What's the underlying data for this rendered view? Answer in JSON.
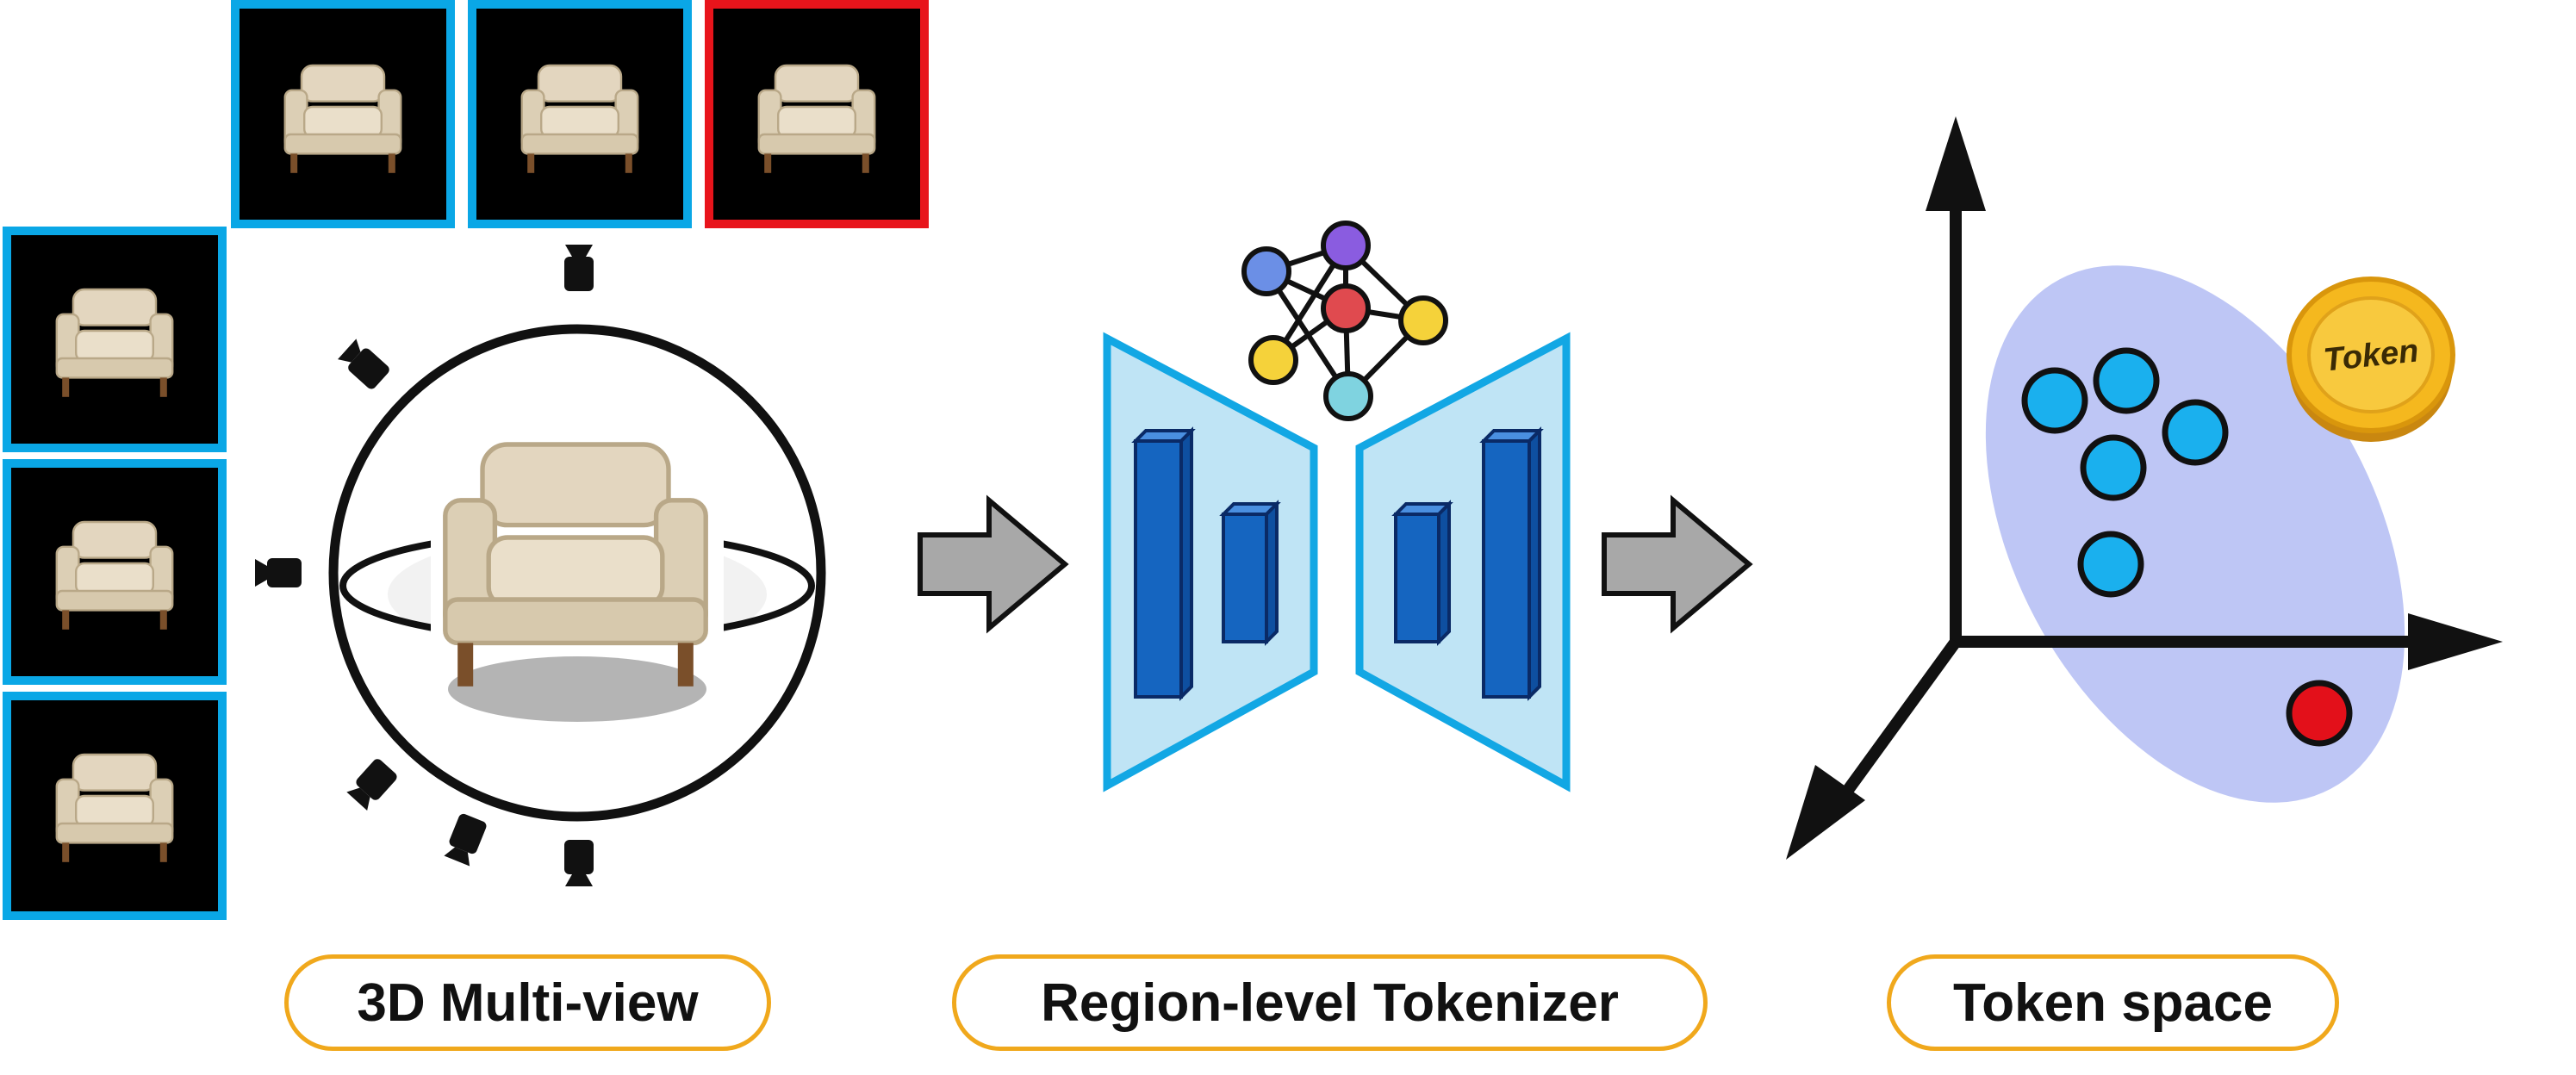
{
  "labels": {
    "multiview": "3D Multi-view",
    "tokenizer": "Region-level Tokenizer",
    "token_space": "Token space"
  },
  "coin": {
    "text": "Token"
  },
  "colors": {
    "view_border_selected": "#0aa7e6",
    "view_border_unselected": "#e8141b",
    "pill_border": "#f0a81c",
    "tokenizer_panel_fill": "#bfe4f5",
    "tokenizer_panel_border": "#12a7e4",
    "bar_fill": "#1565c0",
    "arrow_fill": "#a8a8a8",
    "token_dot": "#1ab0ee",
    "outlier_dot": "#e3101a",
    "cluster_fill": "#aeb8f2",
    "coin_fill": "#f5b81e",
    "graph_node_colors": [
      "#6b8fe6",
      "#8a5ce0",
      "#e04a4f",
      "#f5d23a",
      "#f5d23a",
      "#7fd3e0"
    ]
  },
  "icons": {
    "camera": "camera-icon",
    "arrow": "right-arrow-icon",
    "graph": "network-graph-icon",
    "coin": "token-coin-icon",
    "chair": "armchair-icon"
  }
}
